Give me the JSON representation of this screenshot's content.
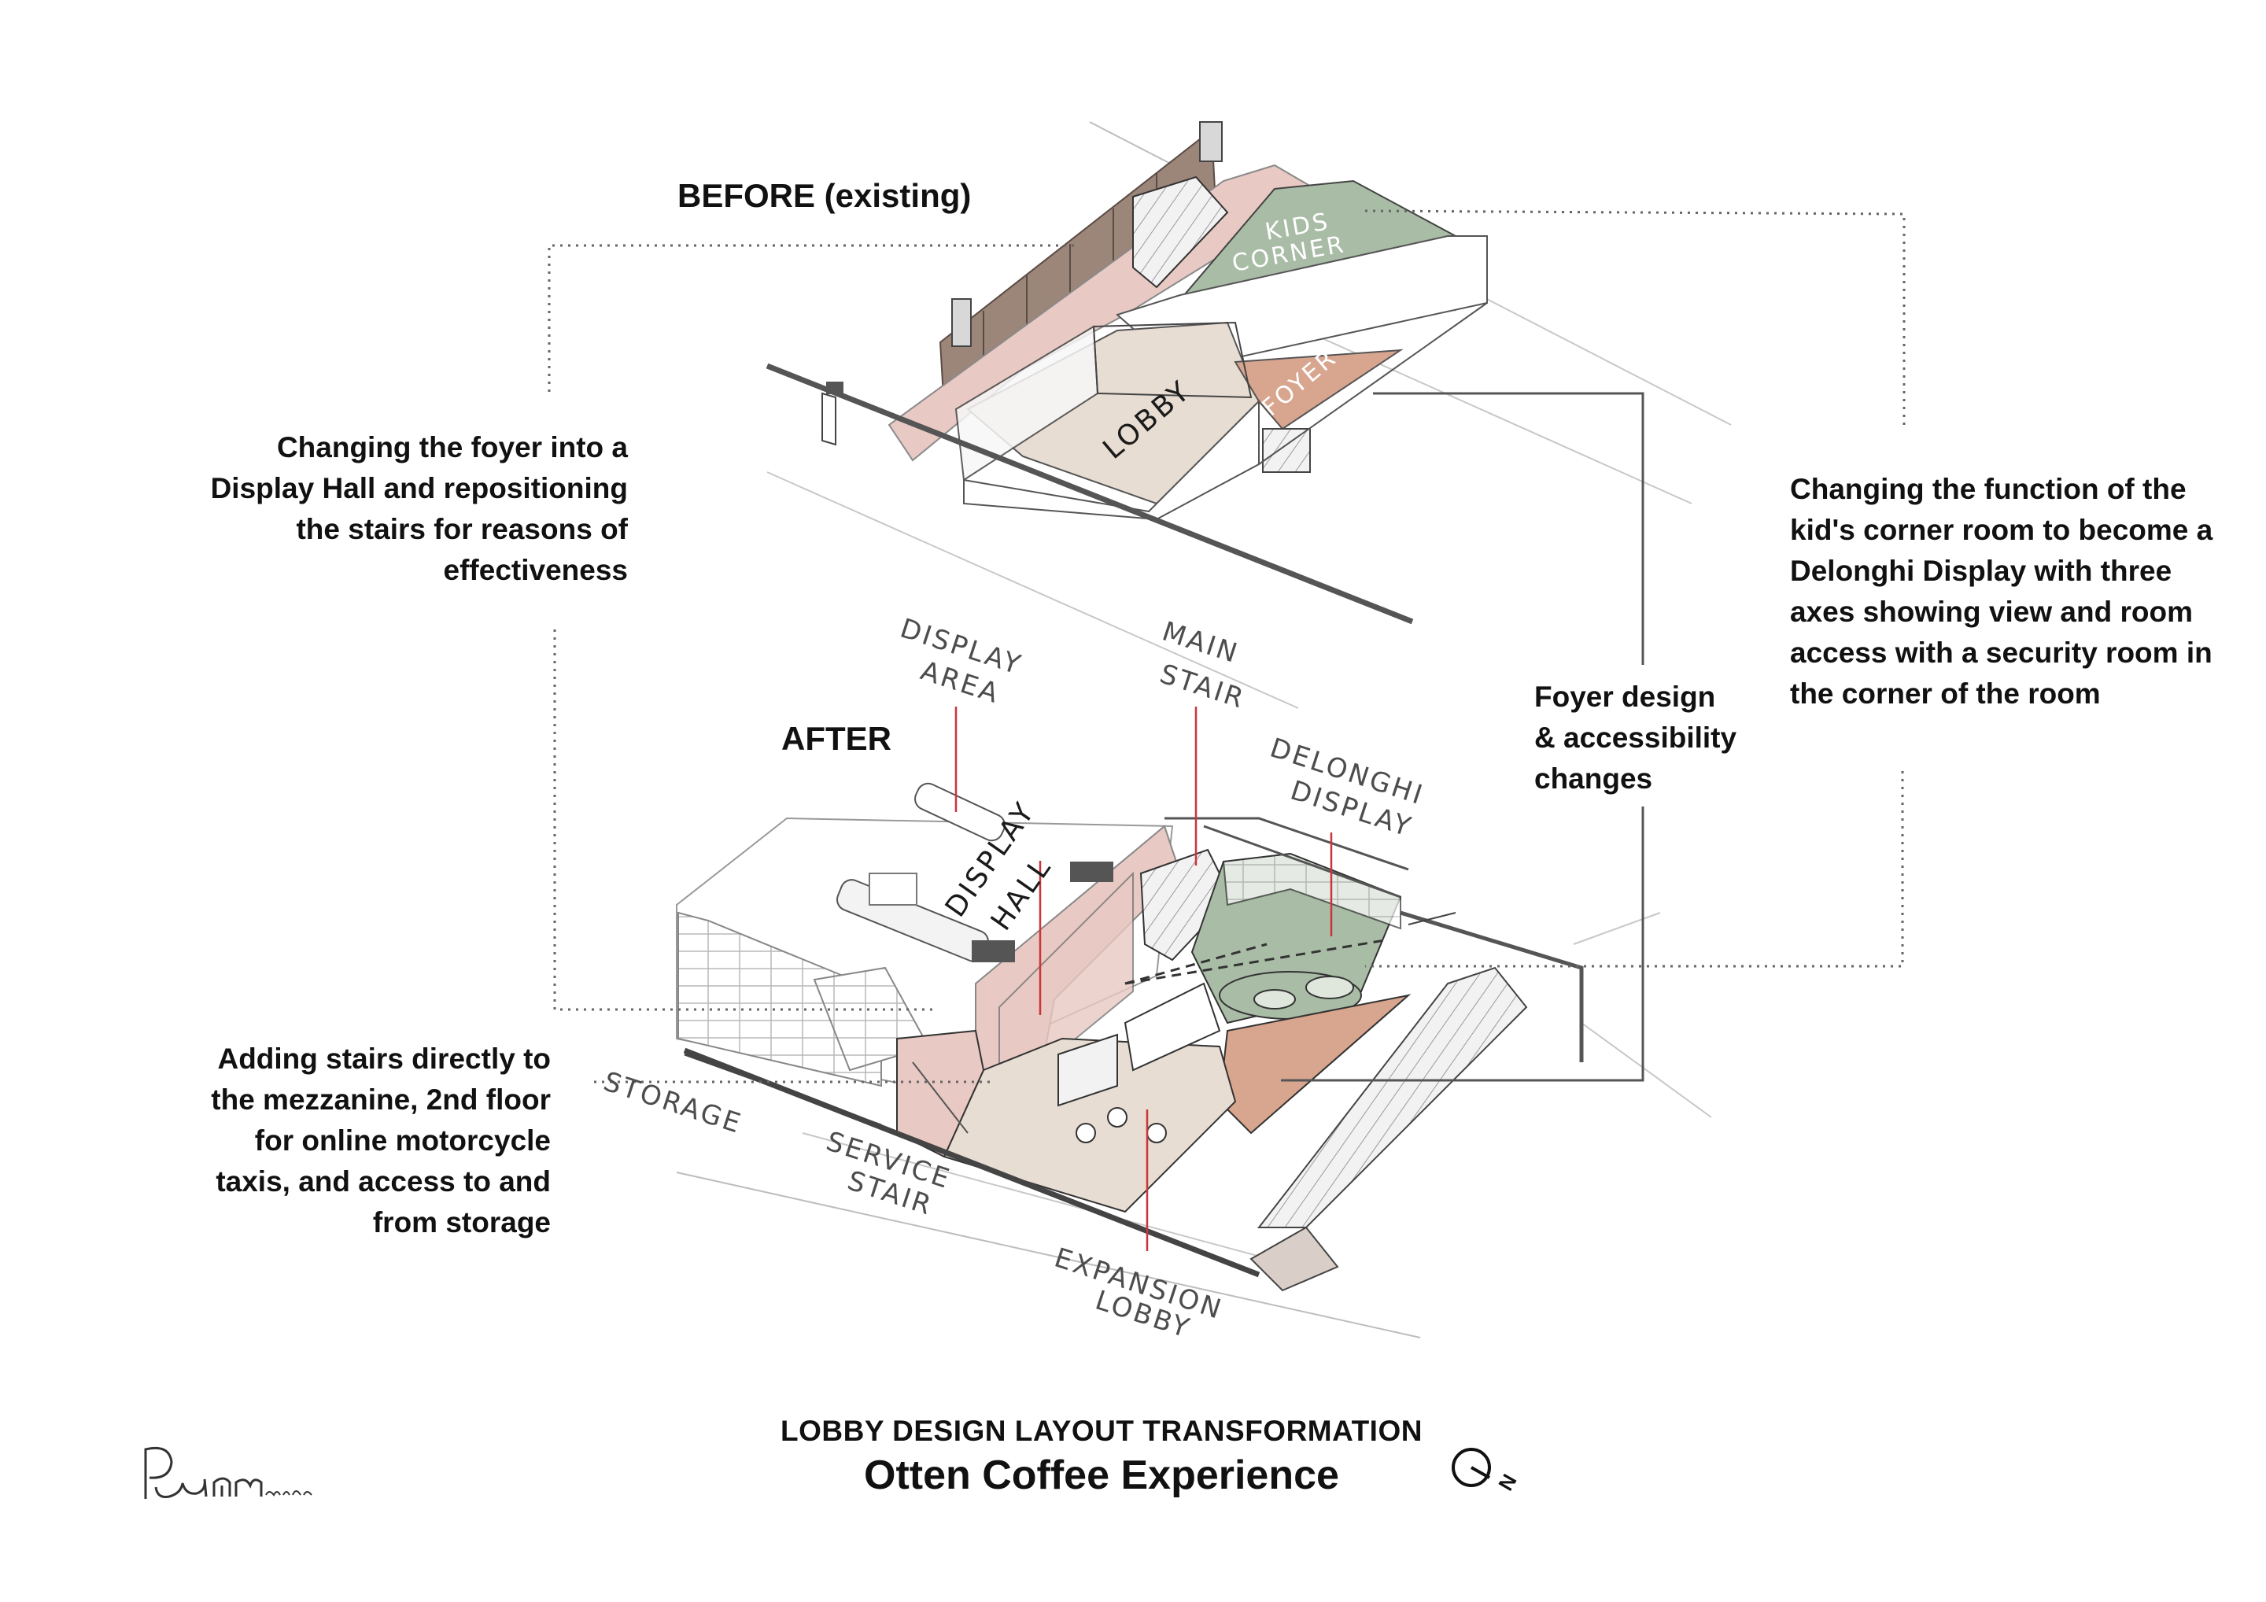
{
  "headings": {
    "before": "BEFORE (existing)",
    "after": "AFTER"
  },
  "title": {
    "line1": "LOBBY DESIGN LAYOUT TRANSFORMATION",
    "line2": "Otten Coffee Experience"
  },
  "notes": {
    "foyer_display": [
      "Changing the foyer into a",
      "Display Hall and repositioning",
      "the stairs for reasons of",
      "effectiveness"
    ],
    "kids_corner": [
      "Changing the function of the",
      "kid's corner room to become a",
      "Delonghi Display with three",
      "axes showing view and room",
      "access with a security room in",
      "the corner of the room"
    ],
    "foyer_access": [
      "Foyer design",
      "& accessibility",
      "changes"
    ],
    "stairs": [
      "Adding stairs directly to",
      "the mezzanine, 2nd floor",
      "for online motorcycle",
      "taxis, and access to and",
      "from storage"
    ]
  },
  "before_labels": {
    "kids": "KIDS",
    "corner": "CORNER",
    "lobby": "LOBBY",
    "foyer": "FOYER"
  },
  "after_labels": {
    "display": "DISPLAY",
    "area": "AREA",
    "main": "MAIN",
    "stair": "STAIR",
    "delonghi": "DELONGHI",
    "delonghi_display": "DISPLAY",
    "hall_display": "DISPLAY",
    "hall": "HALL",
    "storage": "STORAGE",
    "service": "SERVICE",
    "service_stair": "STAIR",
    "expansion": "EXPANSION",
    "expansion_lobby": "LOBBY"
  },
  "compass": {
    "north": "N"
  },
  "colors": {
    "pink": "#e8c9c3",
    "kids_green": "#a9bca6",
    "foyer_orange": "#d8a58f",
    "lobby_beige": "#e7ddd3",
    "wall_brown": "#9c8579",
    "red_line": "#c9363a",
    "leader": "#666666"
  }
}
